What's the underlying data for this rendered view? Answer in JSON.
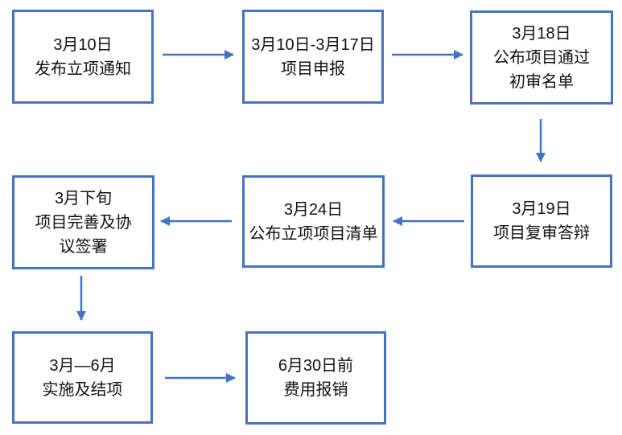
{
  "diagram": {
    "type": "flowchart",
    "colors": {
      "box_border": "#4472C4",
      "arrow": "#4472C4",
      "text": "#111111",
      "background": "#ffffff"
    },
    "nodes": [
      {
        "id": "publish-notice",
        "lines": [
          "3月10日",
          "发布立项通知"
        ]
      },
      {
        "id": "project-application",
        "lines": [
          "3月10日-3月17日",
          "项目申报"
        ]
      },
      {
        "id": "first-review-list",
        "lines": [
          "3月18日",
          "公布项目通过",
          "初审名单"
        ]
      },
      {
        "id": "second-review-defense",
        "lines": [
          "3月19日",
          "项目复审答辩"
        ]
      },
      {
        "id": "approved-project-list",
        "lines": [
          "3月24日",
          "公布立项项目清单"
        ]
      },
      {
        "id": "improve-and-sign",
        "lines": [
          "3月下旬",
          "项目完善及协",
          "议签署"
        ]
      },
      {
        "id": "implement-and-conclude",
        "lines": [
          "3月—6月",
          "实施及结项"
        ]
      },
      {
        "id": "expense-reimbursement",
        "lines": [
          "6月30日前",
          "费用报销"
        ]
      }
    ],
    "edges": [
      {
        "from": "publish-notice",
        "to": "project-application",
        "direction": "right"
      },
      {
        "from": "project-application",
        "to": "first-review-list",
        "direction": "right"
      },
      {
        "from": "first-review-list",
        "to": "second-review-defense",
        "direction": "down"
      },
      {
        "from": "second-review-defense",
        "to": "approved-project-list",
        "direction": "left"
      },
      {
        "from": "approved-project-list",
        "to": "improve-and-sign",
        "direction": "left"
      },
      {
        "from": "improve-and-sign",
        "to": "implement-and-conclude",
        "direction": "down"
      },
      {
        "from": "implement-and-conclude",
        "to": "expense-reimbursement",
        "direction": "right"
      }
    ]
  }
}
